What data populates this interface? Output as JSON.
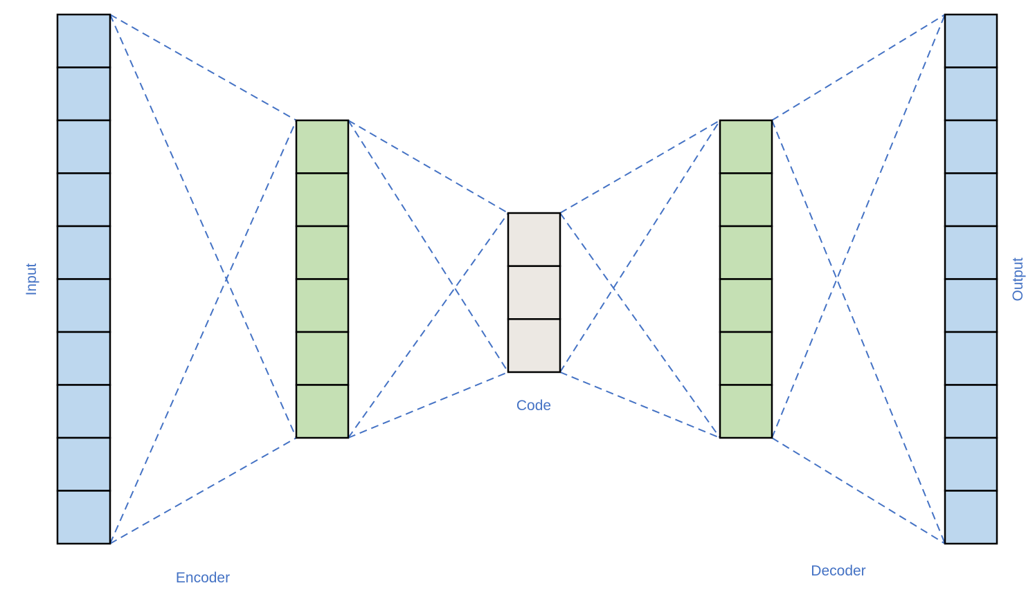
{
  "labels": {
    "input": "Input",
    "output": "Output",
    "encoder": "Encoder",
    "decoder": "Decoder",
    "code": "Code"
  },
  "colors": {
    "outer_layer_fill": "#bdd7ee",
    "hidden_layer_fill": "#c5e0b4",
    "code_layer_fill": "#ece8e3",
    "cell_border": "#000000",
    "connection_line": "#4472c4",
    "label_text": "#4472c4"
  },
  "layers": [
    {
      "name": "input-layer",
      "cells": 10,
      "fill": "outer_layer_fill"
    },
    {
      "name": "encoder-hidden-layer",
      "cells": 6,
      "fill": "hidden_layer_fill"
    },
    {
      "name": "code-layer",
      "cells": 3,
      "fill": "code_layer_fill"
    },
    {
      "name": "decoder-hidden-layer",
      "cells": 6,
      "fill": "hidden_layer_fill"
    },
    {
      "name": "output-layer",
      "cells": 10,
      "fill": "outer_layer_fill"
    }
  ]
}
